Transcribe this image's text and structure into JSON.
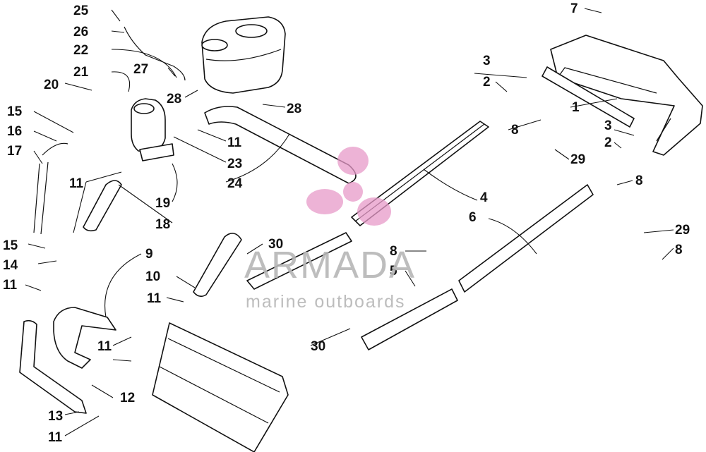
{
  "callouts": {
    "c1": "1",
    "c2a": "2",
    "c2b": "2",
    "c3a": "3",
    "c3b": "3",
    "c4": "4",
    "c5": "5",
    "c6": "6",
    "c7": "7",
    "c8a": "8",
    "c8b": "8",
    "c8c": "8",
    "c8d": "8",
    "c9": "9",
    "c10": "10",
    "c11a": "11",
    "c11b": "11",
    "c11c": "11",
    "c11d": "11",
    "c11e": "11",
    "c11f": "11",
    "c12": "12",
    "c13": "13",
    "c14": "14",
    "c15a": "15",
    "c15b": "15",
    "c16": "16",
    "c17": "17",
    "c18": "18",
    "c19": "19",
    "c20": "20",
    "c21": "21",
    "c22": "22",
    "c23": "23",
    "c24": "24",
    "c25": "25",
    "c26": "26",
    "c27": "27",
    "c28a": "28",
    "c28b": "28",
    "c29a": "29",
    "c29b": "29",
    "c30a": "30",
    "c30b": "30"
  },
  "watermark": {
    "brand": "ARMADA",
    "tagline": "marine outboards",
    "logo_icon": "propeller-logo-icon",
    "logo_color": "#e79ac8",
    "text_color": "#b6b6b6"
  }
}
